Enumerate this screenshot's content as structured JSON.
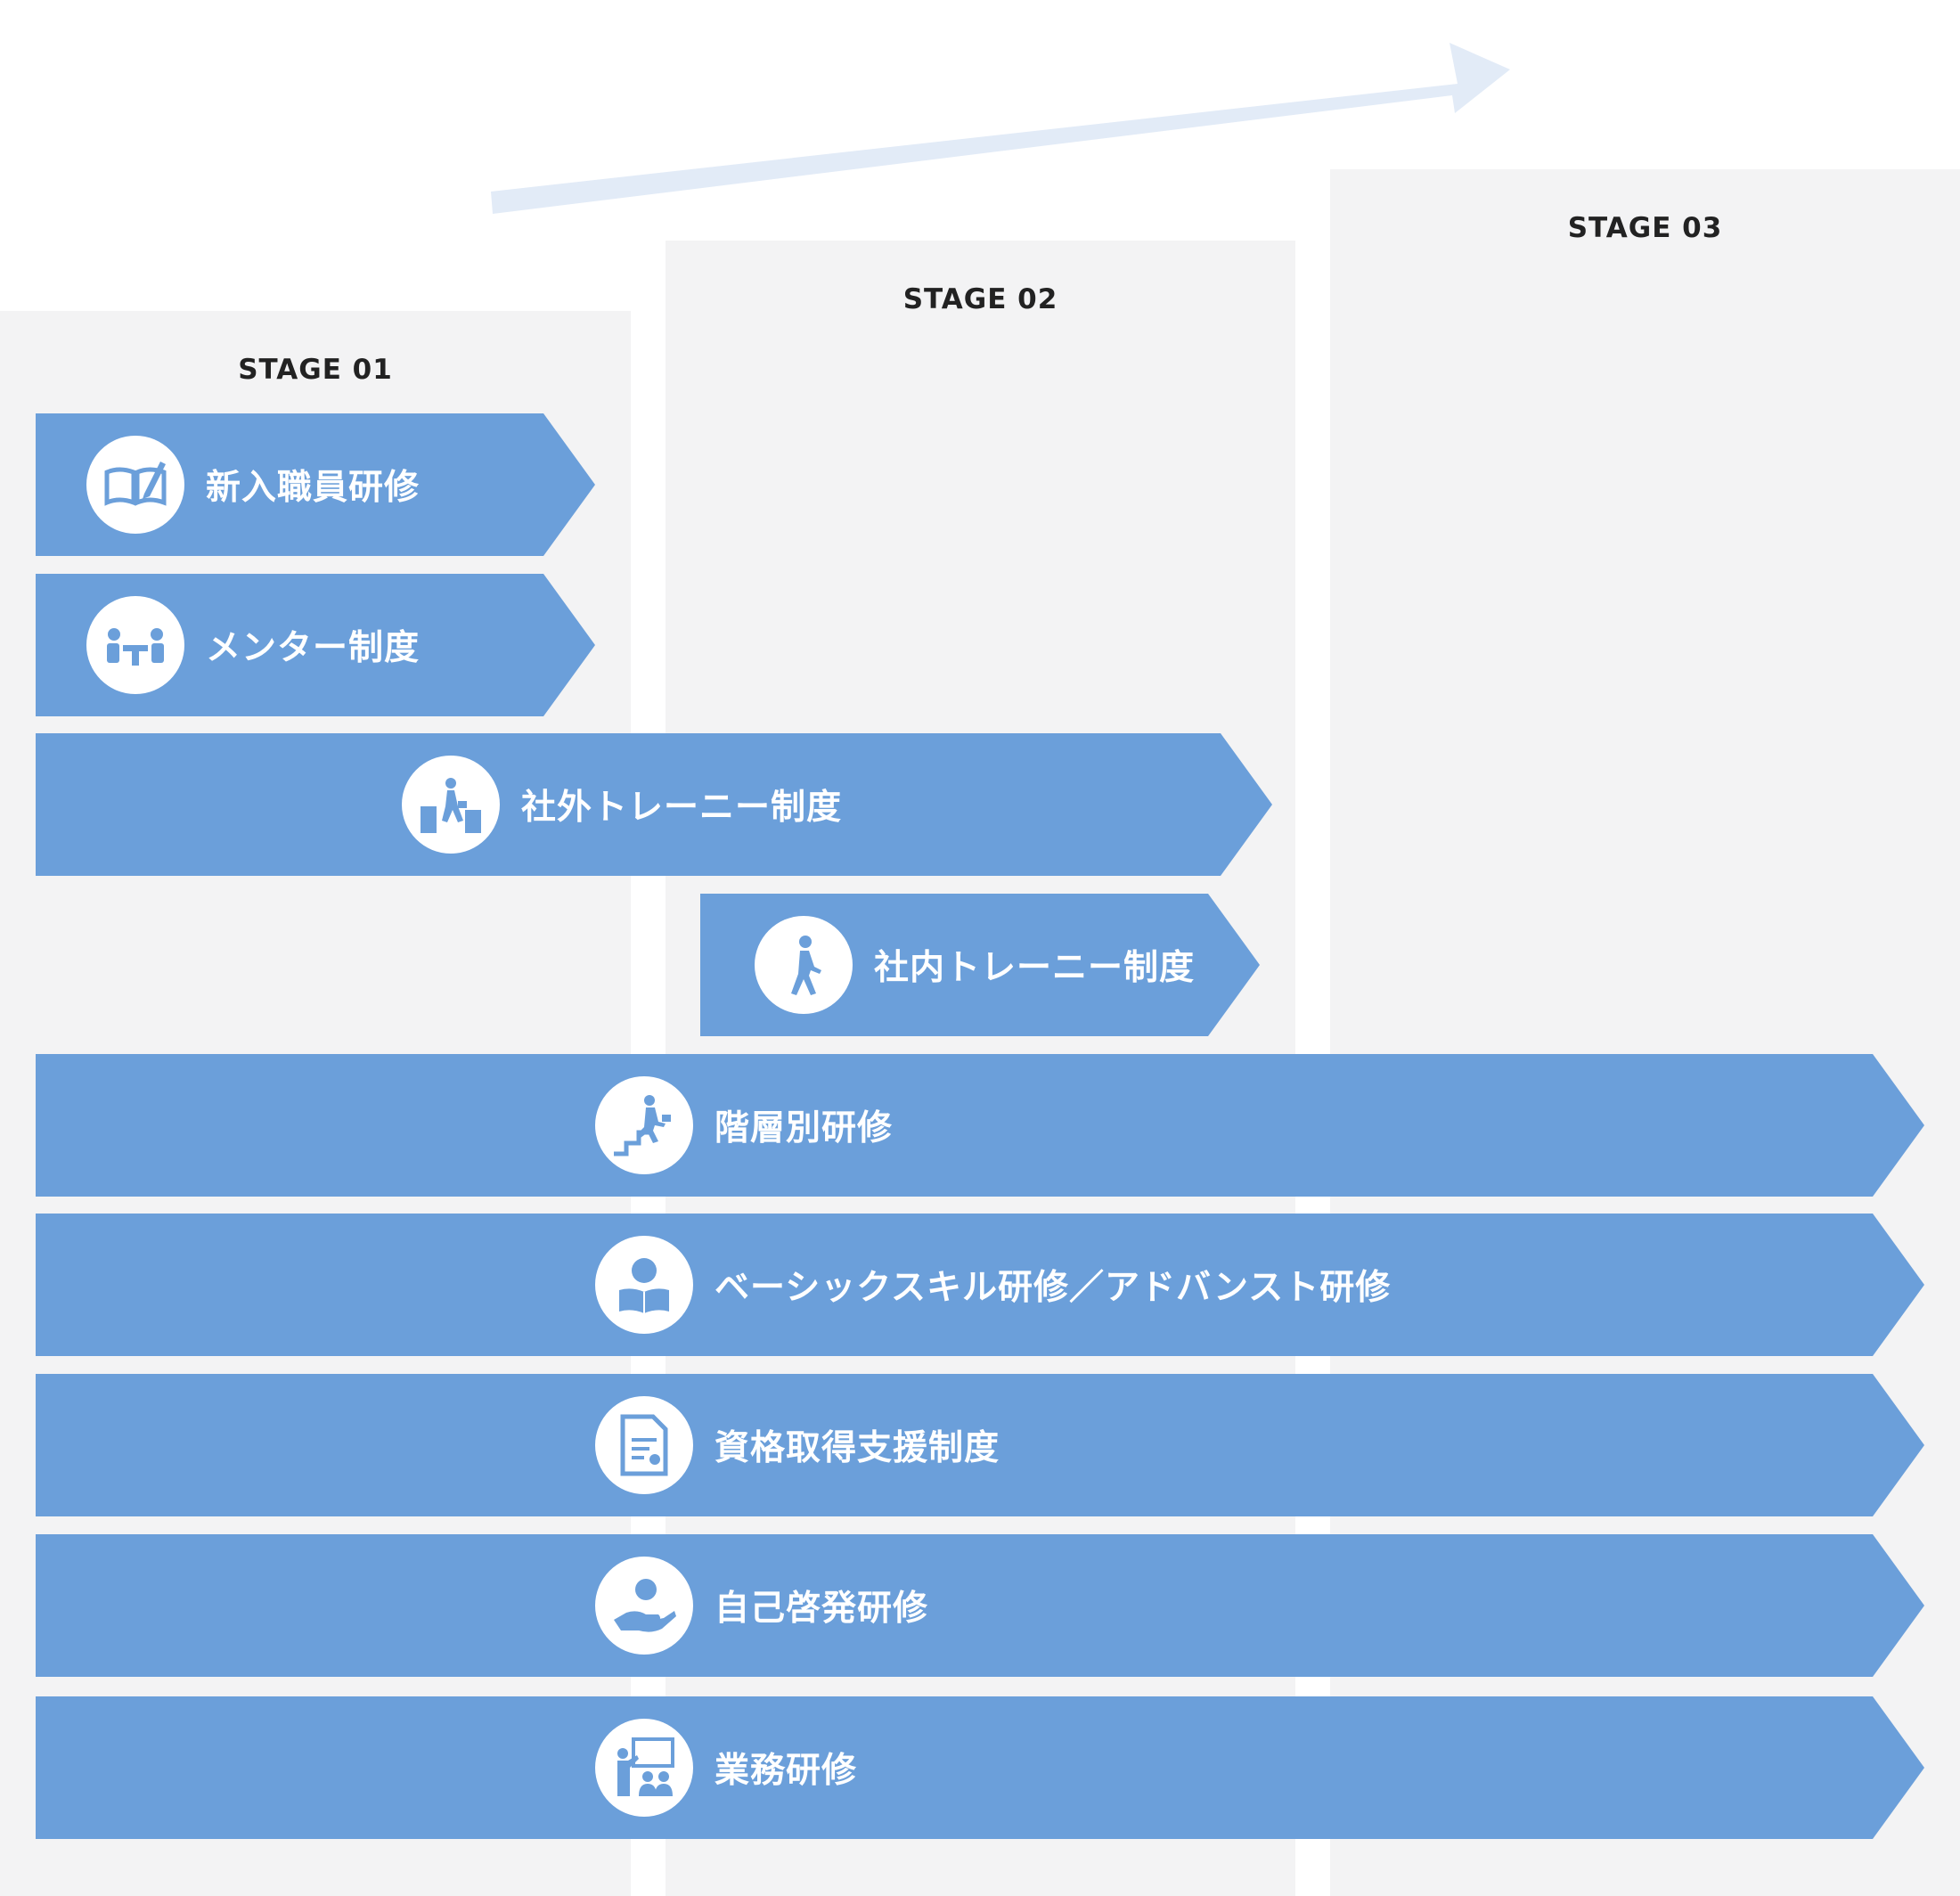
{
  "stages": [
    {
      "label": "STAGE 01"
    },
    {
      "label": "STAGE 02"
    },
    {
      "label": "STAGE 03"
    }
  ],
  "programs": [
    {
      "label": "新入職員研修",
      "icon": "open-book-pencil-icon"
    },
    {
      "label": "メンター制度",
      "icon": "mentor-meeting-icon"
    },
    {
      "label": "社外トレーニー制度",
      "icon": "business-travel-icon"
    },
    {
      "label": "社内トレーニー制度",
      "icon": "walking-person-icon"
    },
    {
      "label": "階層別研修",
      "icon": "climbing-stairs-icon"
    },
    {
      "label": "ベーシックスキル研修／アドバンスト研修",
      "icon": "reading-person-icon"
    },
    {
      "label": "資格取得支援制度",
      "icon": "certificate-document-icon"
    },
    {
      "label": "自己啓発研修",
      "icon": "hand-coin-icon"
    },
    {
      "label": "業務研修",
      "icon": "presentation-icon"
    }
  ],
  "colors": {
    "bar": "#6b9fda",
    "stage_background": "#f3f3f4",
    "growth_arrow": "#e2ebf7",
    "icon": "#6b9fda"
  }
}
